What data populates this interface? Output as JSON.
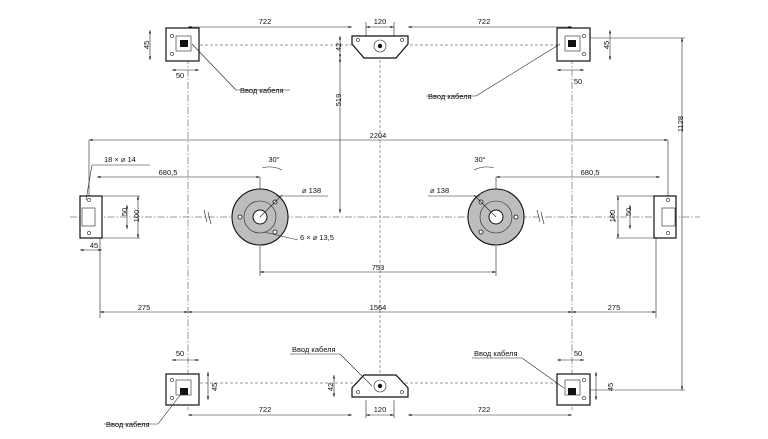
{
  "drawing": {
    "dims": {
      "d722_top_left": "722",
      "d120_top": "120",
      "d722_top_right": "722",
      "d45_top_left": "45",
      "d50_top_left": "50",
      "d42_top": "42",
      "d519": "519",
      "d45_top_right": "45",
      "d50_top_right": "50",
      "d1128": "1128",
      "d2204": "2204",
      "d30_left": "30°",
      "d30_right": "30°",
      "d138_left": "⌀ 138",
      "d138_right": "⌀ 138",
      "d680_left": "680,5",
      "d680_right": "680,5",
      "d50_mid_left": "50",
      "d100_mid_left": "100",
      "d50_mid_right": "50",
      "d100_mid_right": "100",
      "d45_mid_left": "45",
      "d753": "753",
      "d275_left": "275",
      "d1564": "1564",
      "d275_right": "275",
      "d50_bot_left": "50",
      "d50_bot_right": "50",
      "d45_bot_left": "45",
      "d45_bot_right": "45",
      "d42_bot": "42",
      "d722_bot_left": "722",
      "d120_bot": "120",
      "d722_bot_right": "722"
    },
    "notes": {
      "holes_18": "18 × ⌀ 14",
      "holes_6": "6 × ⌀ 13,5",
      "cable_top_left": "Ввод кабеля",
      "cable_top_mid": "Ввод кабеля",
      "cable_bot_left": "Ввод кабеля",
      "cable_bot_mid": "Ввод кабеля",
      "cable_bot_right": "Ввод кабеля"
    }
  }
}
